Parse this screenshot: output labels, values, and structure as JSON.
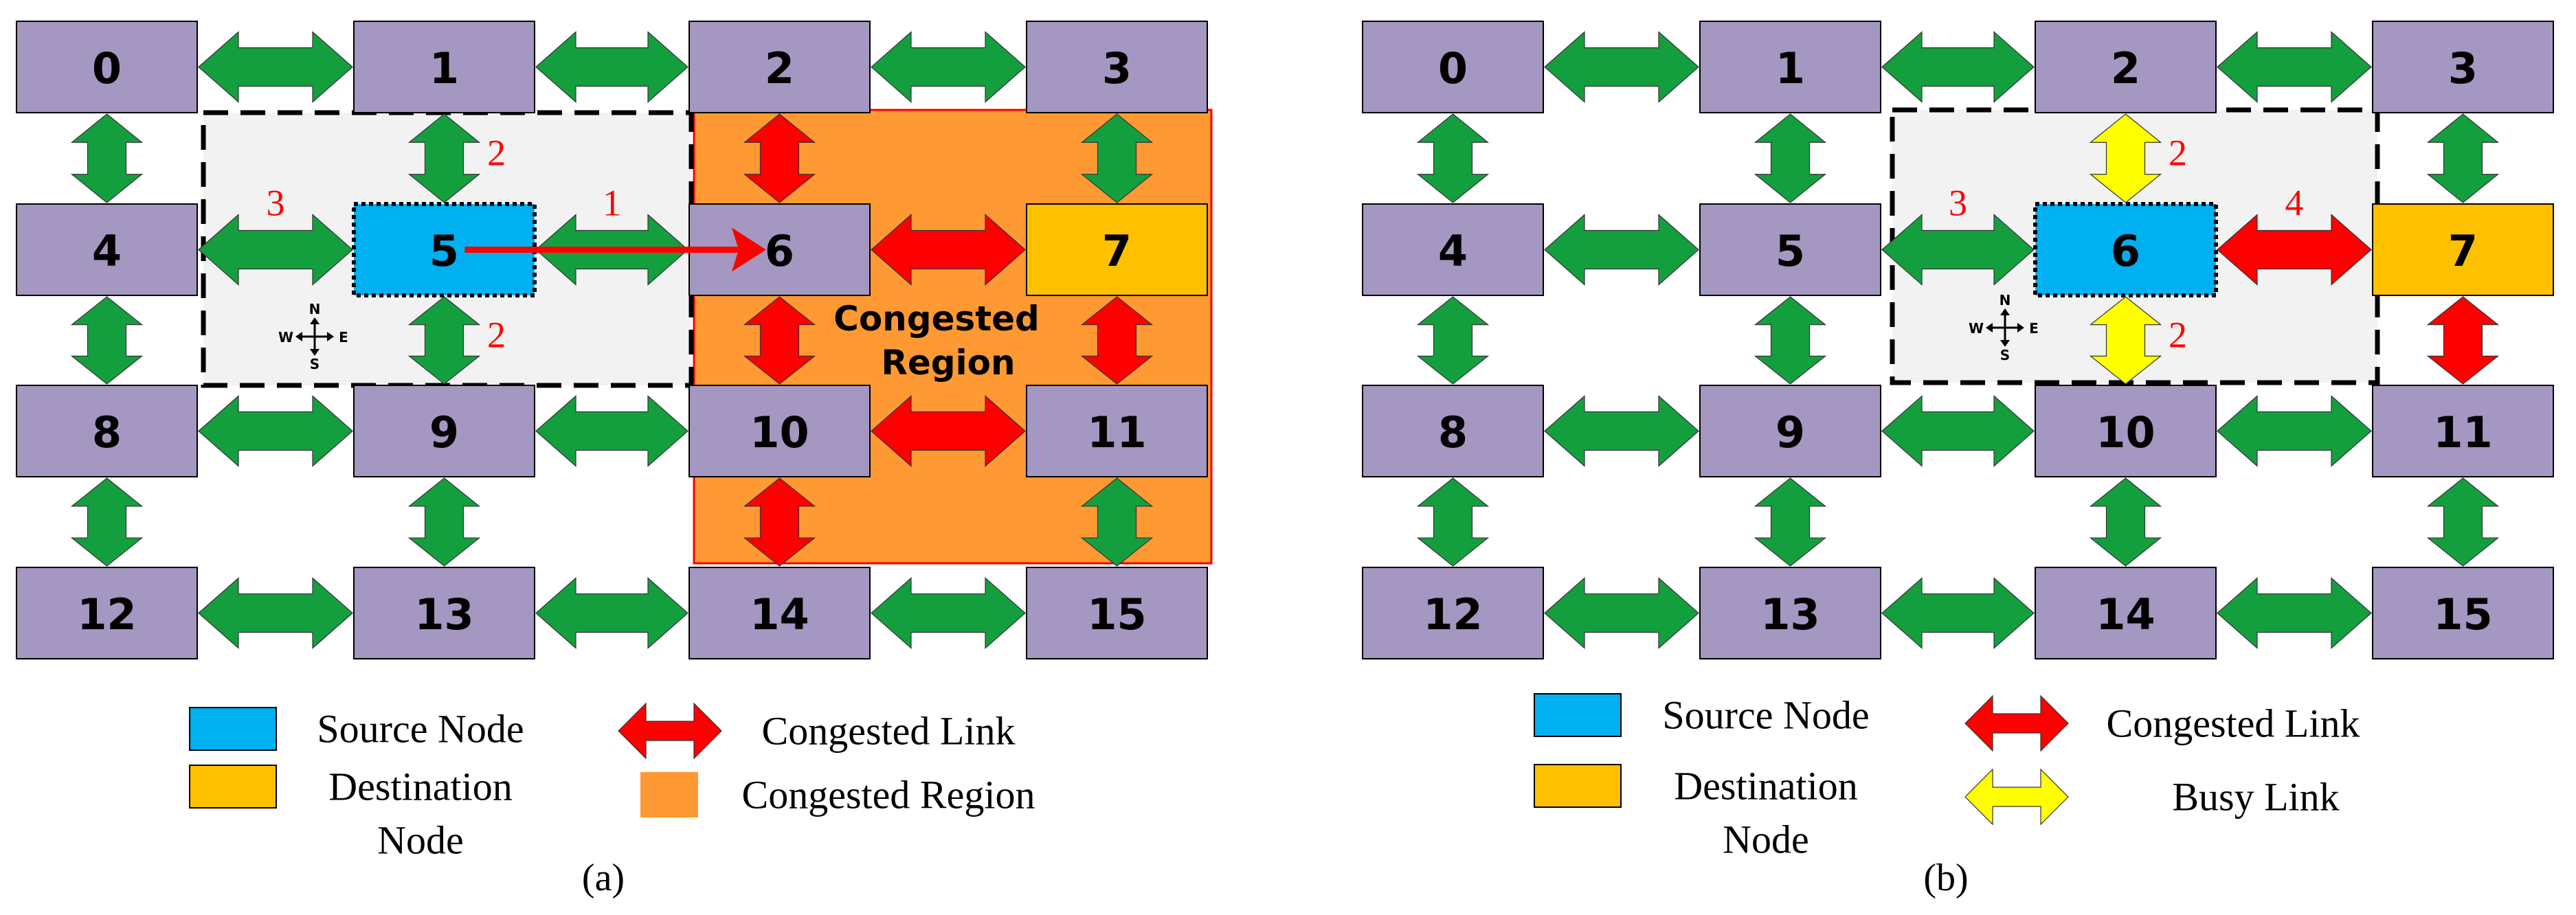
{
  "colors": {
    "node": "#a497c1",
    "source": "#00b0f0",
    "destination": "#ffc000",
    "normal_link": "#149f3f",
    "congested_link": "#ff0000",
    "busy_link": "#ffff00",
    "congested_region": "#ff9933",
    "search_region": "#f2f2f2"
  },
  "panels": [
    {
      "caption": "(a)",
      "source_node": 5,
      "destination_node": 7,
      "nodes": [
        {
          "id": 0,
          "label": "0"
        },
        {
          "id": 1,
          "label": "1"
        },
        {
          "id": 2,
          "label": "2"
        },
        {
          "id": 3,
          "label": "3"
        },
        {
          "id": 4,
          "label": "4"
        },
        {
          "id": 5,
          "label": "5"
        },
        {
          "id": 6,
          "label": "6"
        },
        {
          "id": 7,
          "label": "7"
        },
        {
          "id": 8,
          "label": "8"
        },
        {
          "id": 9,
          "label": "9"
        },
        {
          "id": 10,
          "label": "10"
        },
        {
          "id": 11,
          "label": "11"
        },
        {
          "id": 12,
          "label": "12"
        },
        {
          "id": 13,
          "label": "13"
        },
        {
          "id": 14,
          "label": "14"
        },
        {
          "id": 15,
          "label": "15"
        }
      ],
      "links": [
        {
          "from": 0,
          "to": 1,
          "state": "normal"
        },
        {
          "from": 1,
          "to": 2,
          "state": "normal"
        },
        {
          "from": 2,
          "to": 3,
          "state": "normal"
        },
        {
          "from": 4,
          "to": 5,
          "state": "normal"
        },
        {
          "from": 5,
          "to": 6,
          "state": "normal"
        },
        {
          "from": 6,
          "to": 7,
          "state": "congested"
        },
        {
          "from": 8,
          "to": 9,
          "state": "normal"
        },
        {
          "from": 9,
          "to": 10,
          "state": "normal"
        },
        {
          "from": 10,
          "to": 11,
          "state": "congested"
        },
        {
          "from": 12,
          "to": 13,
          "state": "normal"
        },
        {
          "from": 13,
          "to": 14,
          "state": "normal"
        },
        {
          "from": 14,
          "to": 15,
          "state": "normal"
        },
        {
          "from": 0,
          "to": 4,
          "state": "normal"
        },
        {
          "from": 1,
          "to": 5,
          "state": "normal"
        },
        {
          "from": 2,
          "to": 6,
          "state": "congested"
        },
        {
          "from": 3,
          "to": 7,
          "state": "normal"
        },
        {
          "from": 4,
          "to": 8,
          "state": "normal"
        },
        {
          "from": 5,
          "to": 9,
          "state": "normal"
        },
        {
          "from": 6,
          "to": 10,
          "state": "congested"
        },
        {
          "from": 7,
          "to": 11,
          "state": "congested"
        },
        {
          "from": 8,
          "to": 12,
          "state": "normal"
        },
        {
          "from": 9,
          "to": 13,
          "state": "normal"
        },
        {
          "from": 10,
          "to": 14,
          "state": "congested"
        },
        {
          "from": 11,
          "to": 15,
          "state": "normal"
        }
      ],
      "costs": [
        {
          "link": "4-5",
          "value": "3"
        },
        {
          "link": "5-6",
          "value": "1"
        },
        {
          "link": "1-5",
          "value": "2"
        },
        {
          "link": "5-9",
          "value": "2"
        }
      ],
      "congested_region_label": [
        "Congested",
        "Region"
      ],
      "route": {
        "from": 5,
        "to": 6
      },
      "compass": {
        "n": "N",
        "s": "S",
        "e": "E",
        "w": "W"
      },
      "legend": [
        {
          "kind": "source",
          "text": [
            "Source Node"
          ]
        },
        {
          "kind": "destination",
          "text": [
            "Destination",
            "Node"
          ]
        },
        {
          "kind": "congested_link",
          "text": [
            "Congested Link"
          ]
        },
        {
          "kind": "congested_region",
          "text": [
            "Congested Region"
          ]
        }
      ]
    },
    {
      "caption": "(b)",
      "source_node": 6,
      "destination_node": 7,
      "nodes": [
        {
          "id": 0,
          "label": "0"
        },
        {
          "id": 1,
          "label": "1"
        },
        {
          "id": 2,
          "label": "2"
        },
        {
          "id": 3,
          "label": "3"
        },
        {
          "id": 4,
          "label": "4"
        },
        {
          "id": 5,
          "label": "5"
        },
        {
          "id": 6,
          "label": "6"
        },
        {
          "id": 7,
          "label": "7"
        },
        {
          "id": 8,
          "label": "8"
        },
        {
          "id": 9,
          "label": "9"
        },
        {
          "id": 10,
          "label": "10"
        },
        {
          "id": 11,
          "label": "11"
        },
        {
          "id": 12,
          "label": "12"
        },
        {
          "id": 13,
          "label": "13"
        },
        {
          "id": 14,
          "label": "14"
        },
        {
          "id": 15,
          "label": "15"
        }
      ],
      "links": [
        {
          "from": 0,
          "to": 1,
          "state": "normal"
        },
        {
          "from": 1,
          "to": 2,
          "state": "normal"
        },
        {
          "from": 2,
          "to": 3,
          "state": "normal"
        },
        {
          "from": 4,
          "to": 5,
          "state": "normal"
        },
        {
          "from": 5,
          "to": 6,
          "state": "normal"
        },
        {
          "from": 6,
          "to": 7,
          "state": "congested"
        },
        {
          "from": 8,
          "to": 9,
          "state": "normal"
        },
        {
          "from": 9,
          "to": 10,
          "state": "normal"
        },
        {
          "from": 10,
          "to": 11,
          "state": "normal"
        },
        {
          "from": 12,
          "to": 13,
          "state": "normal"
        },
        {
          "from": 13,
          "to": 14,
          "state": "normal"
        },
        {
          "from": 14,
          "to": 15,
          "state": "normal"
        },
        {
          "from": 0,
          "to": 4,
          "state": "normal"
        },
        {
          "from": 1,
          "to": 5,
          "state": "normal"
        },
        {
          "from": 2,
          "to": 6,
          "state": "busy"
        },
        {
          "from": 3,
          "to": 7,
          "state": "normal"
        },
        {
          "from": 4,
          "to": 8,
          "state": "normal"
        },
        {
          "from": 5,
          "to": 9,
          "state": "normal"
        },
        {
          "from": 6,
          "to": 10,
          "state": "busy"
        },
        {
          "from": 7,
          "to": 11,
          "state": "congested"
        },
        {
          "from": 8,
          "to": 12,
          "state": "normal"
        },
        {
          "from": 9,
          "to": 13,
          "state": "normal"
        },
        {
          "from": 10,
          "to": 14,
          "state": "normal"
        },
        {
          "from": 11,
          "to": 15,
          "state": "normal"
        }
      ],
      "costs": [
        {
          "link": "5-6",
          "value": "3"
        },
        {
          "link": "6-7",
          "value": "4"
        },
        {
          "link": "2-6",
          "value": "2"
        },
        {
          "link": "6-10",
          "value": "2"
        }
      ],
      "compass": {
        "n": "N",
        "s": "S",
        "e": "E",
        "w": "W"
      },
      "legend": [
        {
          "kind": "source",
          "text": [
            "Source Node"
          ]
        },
        {
          "kind": "destination",
          "text": [
            "Destination",
            "Node"
          ]
        },
        {
          "kind": "congested_link",
          "text": [
            "Congested Link"
          ]
        },
        {
          "kind": "busy_link",
          "text": [
            "Busy Link"
          ]
        }
      ]
    }
  ]
}
